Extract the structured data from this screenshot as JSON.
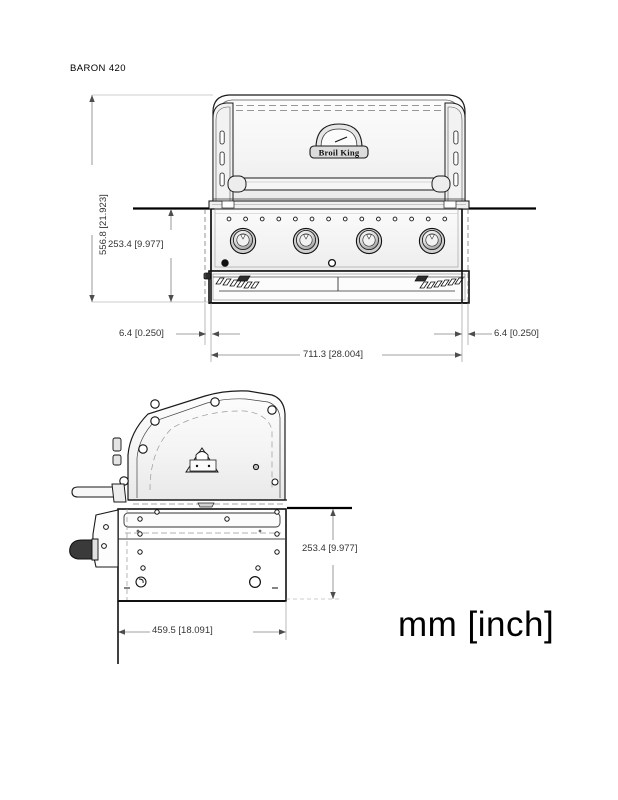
{
  "sheet": {
    "model_title": "BARON 420",
    "units_label": "mm [inch]",
    "brand_badge": "Broil King"
  },
  "front_view": {
    "name": "front-elevation",
    "dimensions": {
      "overall_height": "556.8 [21.923]",
      "cabinet_drop_height": "253.4 [9.977]",
      "left_flange": "6.4 [0.250]",
      "right_flange": "6.4 [0.250]",
      "overall_width": "711.3 [28.004]"
    },
    "controls": {
      "knob_count": 4,
      "vent_hole_count": 15
    }
  },
  "side_view": {
    "name": "side-elevation",
    "dimensions": {
      "cabinet_drop_height": "253.4 [9.977]",
      "overall_depth": "459.5 [18.091]"
    }
  },
  "colors": {
    "line": "#000000",
    "dim_line": "#808080",
    "dim_text": "#333333",
    "fill_light": "#fafafa",
    "fill_mid": "#efefef",
    "fill_dark": "#d8d8d8",
    "background": "#ffffff"
  }
}
